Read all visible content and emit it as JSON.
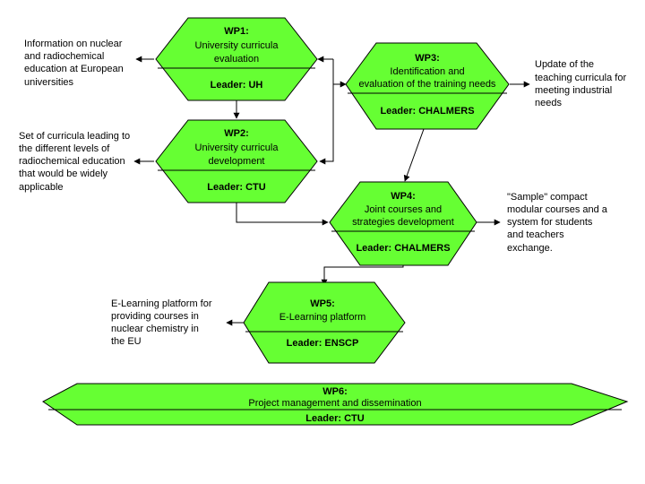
{
  "colors": {
    "box_fill": "#66ff33",
    "stroke": "#000000",
    "background": "#ffffff"
  },
  "wp1": {
    "id": "WP1:",
    "lines": [
      "University curricula",
      "evaluation"
    ],
    "leader": "Leader: UH"
  },
  "wp2": {
    "id": "WP2:",
    "lines": [
      "University curricula",
      "development"
    ],
    "leader": "Leader: CTU"
  },
  "wp3": {
    "id": "WP3:",
    "lines": [
      "Identification and",
      "evaluation of the training needs"
    ],
    "leader": "Leader: CHALMERS"
  },
  "wp4": {
    "id": "WP4:",
    "lines": [
      "Joint courses and",
      "strategies development"
    ],
    "leader": "Leader: CHALMERS"
  },
  "wp5": {
    "id": "WP5:",
    "lines": [
      "E-Learning platform"
    ],
    "leader": "Leader: ENSCP"
  },
  "wp6": {
    "id": "WP6:",
    "lines": [
      "Project management and dissemination"
    ],
    "leader": "Leader: CTU"
  },
  "notes": {
    "wp1_out": [
      "Information on nuclear",
      "and radiochemical",
      "education at European",
      "universities"
    ],
    "wp2_out": [
      "Set of curricula leading to",
      "the different levels of",
      "radiochemical education",
      "that would be widely",
      "applicable"
    ],
    "wp3_out": [
      "Update of the",
      "teaching curricula for",
      "meeting industrial",
      "needs"
    ],
    "wp4_out": [
      "\"Sample\" compact",
      "modular courses and a",
      "system for students",
      "and teachers",
      "exchange."
    ],
    "wp5_out": [
      "E-Learning platform for",
      "providing courses in",
      "nuclear chemistry in",
      "the EU"
    ]
  }
}
